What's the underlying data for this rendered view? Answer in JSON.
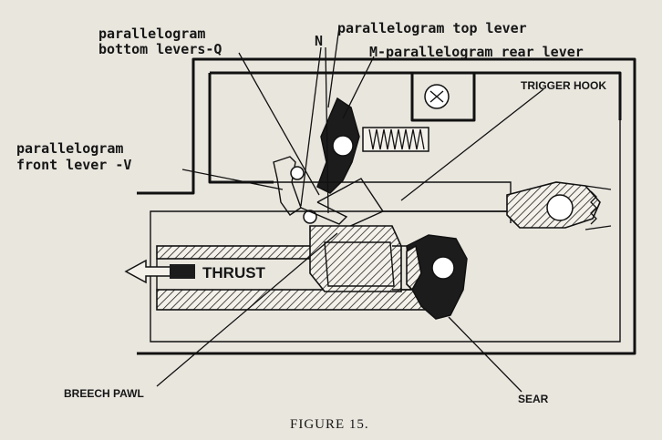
{
  "labels": {
    "parallelogram_bottom_levers": [
      "parallelogram",
      "bottom levers-Q"
    ],
    "n_marker": "N",
    "parallelogram_top_lever": "parallelogram top lever",
    "parallelogram_rear_lever": "M-parallelogram rear lever",
    "trigger_hook": "TRIGGER HOOK",
    "parallelogram_front_lever": [
      "parallelogram",
      "front lever -V"
    ],
    "thrust": "THRUST",
    "breech_pawl": "BREECH PAWL",
    "sear": "SEAR"
  },
  "caption": "FIGURE 15."
}
